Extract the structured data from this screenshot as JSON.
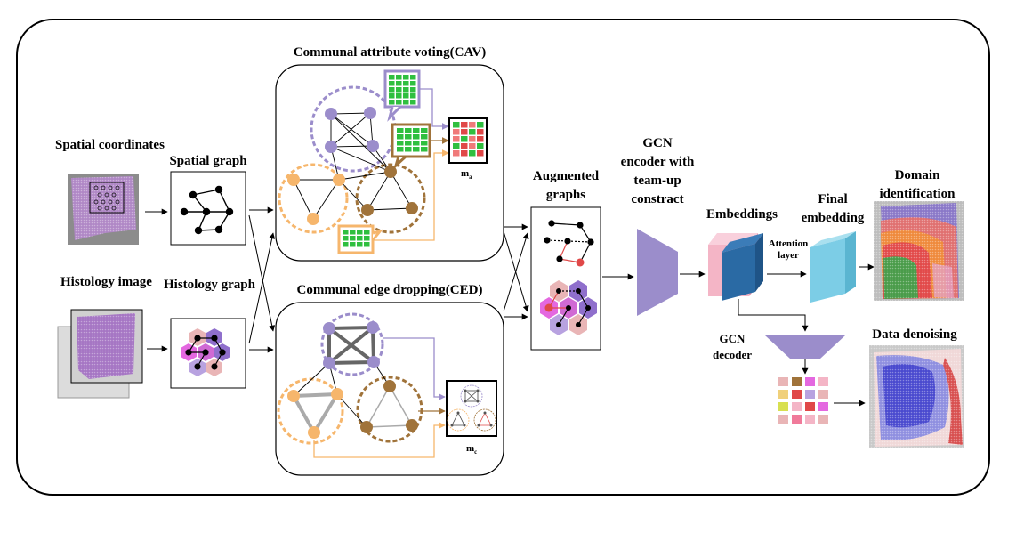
{
  "labels": {
    "spatial_coordinates": "Spatial coordinates",
    "spatial_graph": "Spatial graph",
    "histology_image": "Histology image",
    "histology_graph": "Histology graph",
    "cav_title": "Communal attribute voting(CAV)",
    "ced_title": "Communal edge dropping(CED)",
    "m_a": "m",
    "m_a_sub": "a",
    "m_c": "m",
    "m_c_sub": "c",
    "augmented_graphs": "Augmented graphs",
    "gcn_encoder": "GCN encoder with team-up constract",
    "embeddings": "Embeddings",
    "attention_layer": "Attention layer",
    "final_embedding": "Final embedding",
    "domain_identification": "Domain identification",
    "gcn_decoder": "GCN decoder",
    "data_denoising": "Data denoising"
  },
  "colors": {
    "purple": "#9b8dcb",
    "orange": "#f6b66c",
    "brown": "#a0733a",
    "green": "#2fbf3f",
    "red": "#e04848",
    "pink": "#f4b5c6",
    "blue": "#2a6aa4",
    "cyan": "#7ccde6",
    "magenta": "#e468e0",
    "light_purple": "#b8a2e0",
    "rose": "#e9b5b6"
  }
}
